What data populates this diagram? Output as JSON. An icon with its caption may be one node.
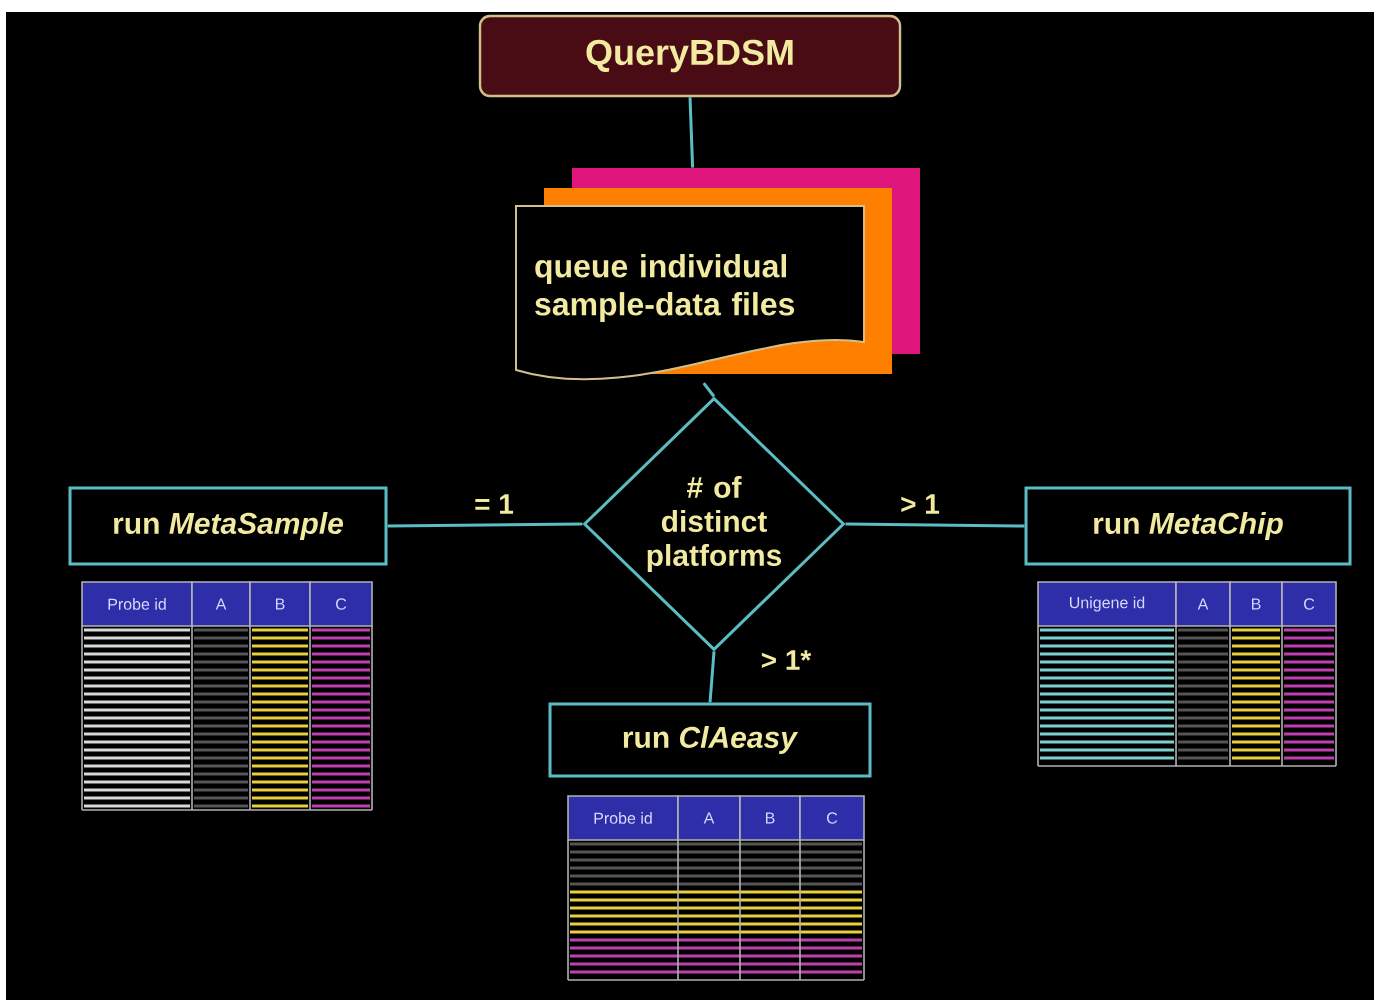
{
  "diagram": {
    "nodes": [
      {
        "text": [
          "QueryBDSM"
        ]
      },
      {
        "text": [
          "queue individual sample-data files"
        ]
      },
      {
        "text": [
          "# of distinct platforms"
        ]
      },
      {
        "text": [
          "run *MetaSample*"
        ]
      },
      {
        "text": [
          "run *MetaChip*"
        ]
      },
      {
        "text": [
          "run *ClAeasy*"
        ]
      }
    ],
    "edges": [
      {
        "from": 0,
        "to": 1,
        "arrow": "none"
      },
      {
        "from": 1,
        "to": 2,
        "arrow": "none"
      },
      {
        "from": 2,
        "to": 3,
        "arrow": "none",
        "label": "= 1"
      },
      {
        "from": 2,
        "to": 4,
        "arrow": "none",
        "label": "> 1"
      },
      {
        "from": 2,
        "to": 5,
        "arrow": "none",
        "label": "> 1*"
      }
    ],
    "labels": [
      "Probe id",
      "A",
      "B",
      "C",
      "Unigene id",
      "A",
      "B",
      "C",
      "Probe id",
      "A",
      "B",
      "C"
    ]
  }
}
